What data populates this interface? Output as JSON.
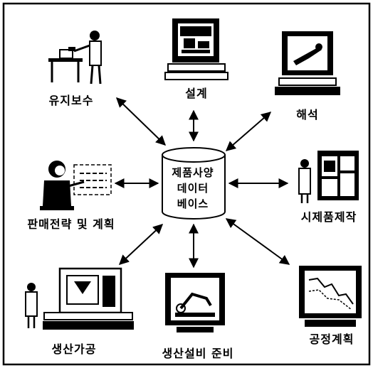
{
  "center": {
    "line1": "제품사양",
    "line2": "데이터",
    "line3": "베이스"
  },
  "nodes": [
    {
      "id": "maintenance",
      "label": "유지보수",
      "icon": "maintenance-worker-icon"
    },
    {
      "id": "design",
      "label": "설계",
      "icon": "design-computer-icon"
    },
    {
      "id": "analysis",
      "label": "해석",
      "icon": "analysis-computer-icon"
    },
    {
      "id": "sales",
      "label": "판매전략 및 계획",
      "icon": "presentation-icon"
    },
    {
      "id": "prototype",
      "label": "시제품제작",
      "icon": "prototype-machine-icon"
    },
    {
      "id": "production",
      "label": "생산가공",
      "icon": "machining-center-icon"
    },
    {
      "id": "equipment",
      "label": "생산설비 준비",
      "icon": "robot-arm-monitor-icon"
    },
    {
      "id": "process",
      "label": "공정계획",
      "icon": "process-plan-monitor-icon"
    }
  ]
}
